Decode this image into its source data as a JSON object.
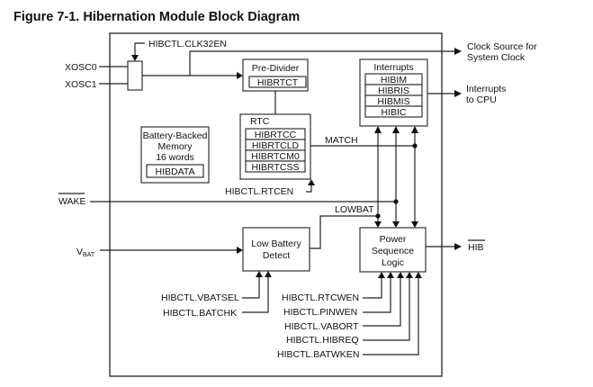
{
  "figure": {
    "title": "Figure 7-1. Hibernation Module Block Diagram"
  },
  "inputs": {
    "xosc0": "XOSC0",
    "xosc1": "XOSC1",
    "wake": "WAKE",
    "vbat_main": "V",
    "vbat_sub": "BAT"
  },
  "control_labels": {
    "clk32en": "HIBCTL.CLK32EN",
    "rtcen": "HIBCTL.RTCEN",
    "vbatsel": "HIBCTL.VBATSEL",
    "batchk": "HIBCTL.BATCHK",
    "rtcwen": "HIBCTL.RTCWEN",
    "pinwen": "HIBCTL.PINWEN",
    "vabort": "HIBCTL.VABORT",
    "hibreq": "HIBCTL.HIBREQ",
    "batwken": "HIBCTL.BATWKEN"
  },
  "blocks": {
    "pre_divider": {
      "title": "Pre-Divider",
      "registers": [
        "HIBRTCT"
      ]
    },
    "rtc": {
      "title": "RTC",
      "registers": [
        "HIBRTCC",
        "HIBRTCLD",
        "HIBRTCM0",
        "HIBRTCSS"
      ]
    },
    "interrupts": {
      "title": "Interrupts",
      "registers": [
        "HIBIM",
        "HIBRIS",
        "HIBMIS",
        "HIBIC"
      ]
    },
    "memory": {
      "lines": [
        "Battery-Backed",
        "Memory",
        "16 words"
      ],
      "registers": [
        "HIBDATA"
      ]
    },
    "low_battery": {
      "lines": [
        "Low Battery",
        "Detect"
      ]
    },
    "power_sequence": {
      "lines": [
        "Power",
        "Sequence",
        "Logic"
      ]
    }
  },
  "signals": {
    "match": "MATCH",
    "lowbat": "LOWBAT"
  },
  "outputs": {
    "clock_source": [
      "Clock Source for",
      "System Clock"
    ],
    "interrupts_cpu": [
      "Interrupts",
      "to CPU"
    ],
    "hib": "HIB"
  }
}
